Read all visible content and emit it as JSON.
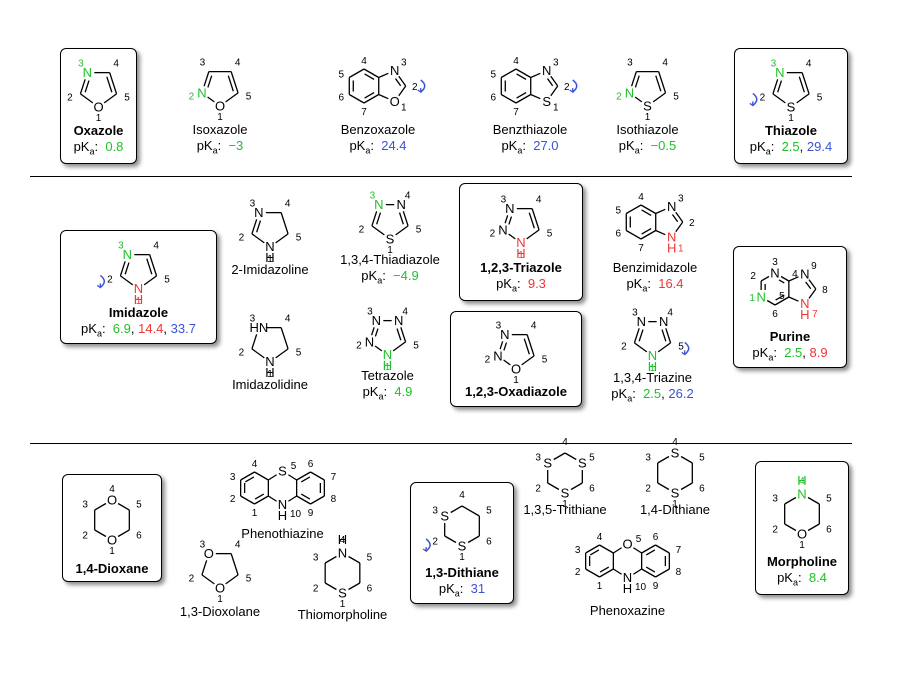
{
  "rows": [
    [
      {
        "id": "oxazole",
        "name": "Oxazole",
        "bold": true,
        "boxed": true,
        "pka": [
          {
            "v": "0.8",
            "c": "g"
          }
        ]
      },
      {
        "id": "isoxazole",
        "name": "Isoxazole",
        "bold": false,
        "boxed": false,
        "pka": [
          {
            "v": "−3",
            "c": "g"
          }
        ]
      },
      {
        "id": "benzoxazole",
        "name": "Benzoxazole",
        "bold": false,
        "boxed": false,
        "pka": [
          {
            "v": "24.4",
            "c": "b"
          }
        ]
      },
      {
        "id": "benzthiazole",
        "name": "Benzthiazole",
        "bold": false,
        "boxed": false,
        "pka": [
          {
            "v": "27.0",
            "c": "b"
          }
        ]
      },
      {
        "id": "isothiazole",
        "name": "Isothiazole",
        "bold": false,
        "boxed": false,
        "pka": [
          {
            "v": "−0.5",
            "c": "g"
          }
        ]
      },
      {
        "id": "thiazole",
        "name": "Thiazole",
        "bold": true,
        "boxed": true,
        "pka": [
          {
            "v": "2.5",
            "c": "g"
          },
          {
            "v": "29.4",
            "c": "b"
          }
        ]
      }
    ],
    [
      {
        "id": "imidazole",
        "name": "Imidazole",
        "bold": true,
        "boxed": true,
        "pka": [
          {
            "v": "6.9",
            "c": "g"
          },
          {
            "v": "14.4",
            "c": "r"
          },
          {
            "v": "33.7",
            "c": "b"
          }
        ]
      },
      {
        "id": "imidazoline",
        "name": "2-Imidazoline",
        "bold": false,
        "boxed": false,
        "pka": []
      },
      {
        "id": "imidazolidine",
        "name": "Imidazolidine",
        "bold": false,
        "boxed": false,
        "pka": []
      },
      {
        "id": "thiadiazole",
        "name": "1,3,4-Thiadiazole",
        "bold": false,
        "boxed": false,
        "pka": [
          {
            "v": "−4.9",
            "c": "g"
          }
        ]
      },
      {
        "id": "tetrazole",
        "name": "Tetrazole",
        "bold": false,
        "boxed": false,
        "pka": [
          {
            "v": "4.9",
            "c": "g"
          }
        ]
      },
      {
        "id": "triazole123",
        "name": "1,2,3-Triazole",
        "bold": true,
        "boxed": true,
        "pka": [
          {
            "v": "9.3",
            "c": "r"
          }
        ]
      },
      {
        "id": "oxadiazole",
        "name": "1,2,3-Oxadiazole",
        "bold": true,
        "boxed": true,
        "pka": []
      },
      {
        "id": "benzimidazole",
        "name": "Benzimidazole",
        "bold": false,
        "boxed": false,
        "pka": [
          {
            "v": "16.4",
            "c": "r"
          }
        ]
      },
      {
        "id": "triazine",
        "name": "1,3,4-Triazine",
        "bold": false,
        "boxed": false,
        "pka": [
          {
            "v": "2.5",
            "c": "g"
          },
          {
            "v": "26.2",
            "c": "b"
          }
        ]
      },
      {
        "id": "purine",
        "name": "Purine",
        "bold": true,
        "boxed": true,
        "pka": [
          {
            "v": "2.5",
            "c": "g"
          },
          {
            "v": "8.9",
            "c": "r"
          }
        ]
      }
    ],
    [
      {
        "id": "dioxane",
        "name": "1,4-Dioxane",
        "bold": true,
        "boxed": true,
        "pka": []
      },
      {
        "id": "phenothiazine",
        "name": "Phenothiazine",
        "bold": false,
        "boxed": false,
        "pka": []
      },
      {
        "id": "dioxolane",
        "name": "1,3-Dioxolane",
        "bold": false,
        "boxed": false,
        "pka": []
      },
      {
        "id": "thiomorpholine",
        "name": "Thiomorpholine",
        "bold": false,
        "boxed": false,
        "pka": []
      },
      {
        "id": "dithiane13",
        "name": "1,3-Dithiane",
        "bold": true,
        "boxed": true,
        "pka": [
          {
            "v": "31",
            "c": "b"
          }
        ]
      },
      {
        "id": "trithiane",
        "name": "1,3,5-Trithiane",
        "bold": false,
        "boxed": false,
        "pka": []
      },
      {
        "id": "dithiane14",
        "name": "1,4-Dithiane",
        "bold": false,
        "boxed": false,
        "pka": []
      },
      {
        "id": "phenoxazine",
        "name": "Phenoxazine",
        "bold": false,
        "boxed": false,
        "pka": []
      },
      {
        "id": "morpholine",
        "name": "Morpholine",
        "bold": true,
        "boxed": true,
        "pka": [
          {
            "v": "8.4",
            "c": "g"
          }
        ]
      }
    ]
  ],
  "pka_label": "pK",
  "pka_sub": "a",
  "pka_colon": ":",
  "colors": {
    "weak_base": "#22c02a",
    "nh_acid": "#f03535",
    "ch_acid": "#3a52d8"
  },
  "structures": {
    "oxazole": {
      "type": "ring5",
      "atoms": [
        {
          "t": "O",
          "c": "k"
        },
        {
          "t": "",
          "c": "k"
        },
        {
          "t": "N",
          "c": "g"
        },
        {
          "t": "",
          "c": "k"
        },
        {
          "t": "",
          "c": "k"
        }
      ],
      "nums": [
        "1",
        "2",
        "3",
        "4",
        "5"
      ],
      "doubles": [
        1,
        3
      ],
      "arrow": ""
    },
    "isoxazole": {
      "type": "ring5",
      "atoms": [
        {
          "t": "O",
          "c": "k"
        },
        {
          "t": "N",
          "c": "g"
        },
        {
          "t": "",
          "c": "k"
        },
        {
          "t": "",
          "c": "k"
        },
        {
          "t": "",
          "c": "k"
        }
      ],
      "nums": [
        "1",
        "2",
        "3",
        "4",
        "5"
      ],
      "doubles": [
        1,
        3
      ],
      "arrow": ""
    },
    "isothiazole": {
      "type": "ring5",
      "atoms": [
        {
          "t": "S",
          "c": "k"
        },
        {
          "t": "N",
          "c": "g"
        },
        {
          "t": "",
          "c": "k"
        },
        {
          "t": "",
          "c": "k"
        },
        {
          "t": "",
          "c": "k"
        }
      ],
      "nums": [
        "1",
        "2",
        "3",
        "4",
        "5"
      ],
      "doubles": [
        1,
        3
      ],
      "arrow": ""
    },
    "thiazole": {
      "type": "ring5",
      "atoms": [
        {
          "t": "S",
          "c": "k"
        },
        {
          "t": "",
          "c": "k"
        },
        {
          "t": "N",
          "c": "g"
        },
        {
          "t": "",
          "c": "k"
        },
        {
          "t": "",
          "c": "k"
        }
      ],
      "nums": [
        "1",
        "2",
        "3",
        "4",
        "5"
      ],
      "doubles": [
        1,
        3
      ],
      "arrow": "2"
    },
    "imidazole": {
      "type": "ring5",
      "atoms": [
        {
          "t": "NH",
          "c": "r"
        },
        {
          "t": "",
          "c": "k"
        },
        {
          "t": "N",
          "c": "g"
        },
        {
          "t": "",
          "c": "k"
        },
        {
          "t": "",
          "c": "k"
        }
      ],
      "nums": [
        "1",
        "2",
        "3",
        "4",
        "5"
      ],
      "doubles": [
        1,
        3
      ],
      "arrow": "2"
    },
    "imidazoline": {
      "type": "ring5",
      "atoms": [
        {
          "t": "NH",
          "c": "k"
        },
        {
          "t": "",
          "c": "k"
        },
        {
          "t": "N",
          "c": "k"
        },
        {
          "t": "",
          "c": "k"
        },
        {
          "t": "",
          "c": "k"
        }
      ],
      "nums": [
        "1",
        "2",
        "3",
        "4",
        "5"
      ],
      "doubles": [
        1
      ],
      "arrow": ""
    },
    "imidazolidine": {
      "type": "ring5",
      "atoms": [
        {
          "t": "NH",
          "c": "k"
        },
        {
          "t": "",
          "c": "k"
        },
        {
          "t": "HN",
          "c": "k"
        },
        {
          "t": "",
          "c": "k"
        },
        {
          "t": "",
          "c": "k"
        }
      ],
      "nums": [
        "1",
        "2",
        "3",
        "4",
        "5"
      ],
      "doubles": [],
      "arrow": ""
    },
    "thiadiazole": {
      "type": "ring5",
      "atoms": [
        {
          "t": "S",
          "c": "k"
        },
        {
          "t": "",
          "c": "k"
        },
        {
          "t": "N",
          "c": "g"
        },
        {
          "t": "N",
          "c": "k"
        },
        {
          "t": "",
          "c": "k"
        }
      ],
      "nums": [
        "1",
        "2",
        "3",
        "4",
        "5"
      ],
      "doubles": [
        1,
        3
      ],
      "arrow": ""
    },
    "tetrazole": {
      "type": "ring5",
      "atoms": [
        {
          "t": "NH",
          "c": "g"
        },
        {
          "t": "N",
          "c": "k"
        },
        {
          "t": "N",
          "c": "k"
        },
        {
          "t": "N",
          "c": "k"
        },
        {
          "t": "",
          "c": "k"
        }
      ],
      "nums": [
        "1",
        "2",
        "3",
        "4",
        "5"
      ],
      "doubles": [
        1,
        3
      ],
      "arrow": ""
    },
    "triazole123": {
      "type": "ring5",
      "atoms": [
        {
          "t": "NH",
          "c": "r"
        },
        {
          "t": "N",
          "c": "k"
        },
        {
          "t": "N",
          "c": "k"
        },
        {
          "t": "",
          "c": "k"
        },
        {
          "t": "",
          "c": "k"
        }
      ],
      "nums": [
        "1",
        "2",
        "3",
        "4",
        "5"
      ],
      "doubles": [
        1,
        3
      ],
      "arrow": ""
    },
    "oxadiazole": {
      "type": "ring5",
      "atoms": [
        {
          "t": "O",
          "c": "k"
        },
        {
          "t": "N",
          "c": "k"
        },
        {
          "t": "N",
          "c": "k"
        },
        {
          "t": "",
          "c": "k"
        },
        {
          "t": "",
          "c": "k"
        }
      ],
      "nums": [
        "1",
        "2",
        "3",
        "4",
        "5"
      ],
      "doubles": [
        1,
        3
      ],
      "arrow": ""
    },
    "triazine": {
      "type": "ring5",
      "atoms": [
        {
          "t": "NH",
          "c": "g"
        },
        {
          "t": "",
          "c": "k"
        },
        {
          "t": "N",
          "c": "k"
        },
        {
          "t": "N",
          "c": "k"
        },
        {
          "t": "",
          "c": "k"
        }
      ],
      "nums": [
        "1",
        "2",
        "3",
        "4",
        "5"
      ],
      "doubles": [
        1,
        3
      ],
      "arrow": "5"
    },
    "benzoxazole": {
      "type": "benzo5",
      "atoms": [
        {
          "t": "O",
          "c": "k"
        },
        {
          "t": "",
          "c": "k"
        },
        {
          "t": "N",
          "c": "k"
        }
      ],
      "nums": [
        "1",
        "2",
        "3",
        "4",
        "5",
        "6",
        "7"
      ],
      "arrow": "2"
    },
    "benzthiazole": {
      "type": "benzo5",
      "atoms": [
        {
          "t": "S",
          "c": "k"
        },
        {
          "t": "",
          "c": "k"
        },
        {
          "t": "N",
          "c": "k"
        }
      ],
      "nums": [
        "1",
        "2",
        "3",
        "4",
        "5",
        "6",
        "7"
      ],
      "arrow": "2"
    },
    "benzimidazole": {
      "type": "benzo5",
      "atoms": [
        {
          "t": "NH",
          "c": "r"
        },
        {
          "t": "",
          "c": "k"
        },
        {
          "t": "N",
          "c": "k"
        }
      ],
      "nums": [
        "1",
        "2",
        "3",
        "4",
        "5",
        "6",
        "7"
      ],
      "arrow": ""
    },
    "purine": {
      "type": "purine",
      "atoms": [
        {
          "t": "N",
          "c": "g"
        },
        {
          "t": "N",
          "c": "k"
        },
        {
          "t": "N",
          "c": "k"
        },
        {
          "t": "NH",
          "c": "r"
        }
      ],
      "nums": [
        "1",
        "2",
        "3",
        "4",
        "5",
        "6",
        "7",
        "8",
        "9"
      ],
      "arrow": ""
    },
    "dioxane": {
      "type": "ring6",
      "atoms": [
        {
          "t": "O",
          "c": "k"
        },
        {
          "t": "",
          "c": "k"
        },
        {
          "t": "",
          "c": "k"
        },
        {
          "t": "O",
          "c": "k"
        },
        {
          "t": "",
          "c": "k"
        },
        {
          "t": "",
          "c": "k"
        }
      ],
      "nums": [
        "1",
        "2",
        "3",
        "4",
        "5",
        "6"
      ],
      "arrow": ""
    },
    "thiomorpholine": {
      "type": "ring6",
      "atoms": [
        {
          "t": "S",
          "c": "k"
        },
        {
          "t": "",
          "c": "k"
        },
        {
          "t": "",
          "c": "k"
        },
        {
          "t": "NH",
          "c": "k"
        },
        {
          "t": "",
          "c": "k"
        },
        {
          "t": "",
          "c": "k"
        }
      ],
      "nums": [
        "1",
        "2",
        "3",
        "4",
        "5",
        "6"
      ],
      "arrow": ""
    },
    "morpholine": {
      "type": "ring6",
      "atoms": [
        {
          "t": "O",
          "c": "k"
        },
        {
          "t": "",
          "c": "k"
        },
        {
          "t": "",
          "c": "k"
        },
        {
          "t": "NH",
          "c": "g"
        },
        {
          "t": "",
          "c": "k"
        },
        {
          "t": "",
          "c": "k"
        }
      ],
      "nums": [
        "1",
        "2",
        "3",
        "4",
        "5",
        "6"
      ],
      "arrow": ""
    },
    "dithiane14": {
      "type": "ring6",
      "atoms": [
        {
          "t": "S",
          "c": "k"
        },
        {
          "t": "",
          "c": "k"
        },
        {
          "t": "",
          "c": "k"
        },
        {
          "t": "S",
          "c": "k"
        },
        {
          "t": "",
          "c": "k"
        },
        {
          "t": "",
          "c": "k"
        }
      ],
      "nums": [
        "1",
        "2",
        "3",
        "4",
        "5",
        "6"
      ],
      "arrow": ""
    },
    "dithiane13": {
      "type": "ring6",
      "atoms": [
        {
          "t": "S",
          "c": "k"
        },
        {
          "t": "",
          "c": "k"
        },
        {
          "t": "S",
          "c": "k"
        },
        {
          "t": "",
          "c": "k"
        },
        {
          "t": "",
          "c": "k"
        },
        {
          "t": "",
          "c": "k"
        }
      ],
      "nums": [
        "1",
        "2",
        "3",
        "4",
        "5",
        "6"
      ],
      "arrow": "2"
    },
    "trithiane": {
      "type": "ring6",
      "atoms": [
        {
          "t": "S",
          "c": "k"
        },
        {
          "t": "",
          "c": "k"
        },
        {
          "t": "S",
          "c": "k"
        },
        {
          "t": "",
          "c": "k"
        },
        {
          "t": "S",
          "c": "k"
        },
        {
          "t": "",
          "c": "k"
        }
      ],
      "nums": [
        "1",
        "2",
        "3",
        "4",
        "5",
        "6"
      ],
      "arrow": ""
    },
    "dioxolane": {
      "type": "ring5",
      "atoms": [
        {
          "t": "O",
          "c": "k"
        },
        {
          "t": "",
          "c": "k"
        },
        {
          "t": "O",
          "c": "k"
        },
        {
          "t": "",
          "c": "k"
        },
        {
          "t": "",
          "c": "k"
        }
      ],
      "nums": [
        "1",
        "2",
        "3",
        "4",
        "5"
      ],
      "doubles": [],
      "arrow": ""
    },
    "phenothiazine": {
      "type": "tricyclic",
      "atoms": [
        {
          "t": "S",
          "c": "k"
        },
        {
          "t": "NH",
          "c": "k"
        }
      ],
      "nums": [
        "1",
        "2",
        "3",
        "4",
        "5",
        "6",
        "7",
        "8",
        "9",
        "10"
      ],
      "arrow": ""
    },
    "phenoxazine": {
      "type": "tricyclic",
      "atoms": [
        {
          "t": "O",
          "c": "k"
        },
        {
          "t": "NH",
          "c": "k"
        }
      ],
      "nums": [
        "1",
        "2",
        "3",
        "4",
        "5",
        "6",
        "7",
        "8",
        "9",
        "10"
      ],
      "arrow": ""
    }
  }
}
